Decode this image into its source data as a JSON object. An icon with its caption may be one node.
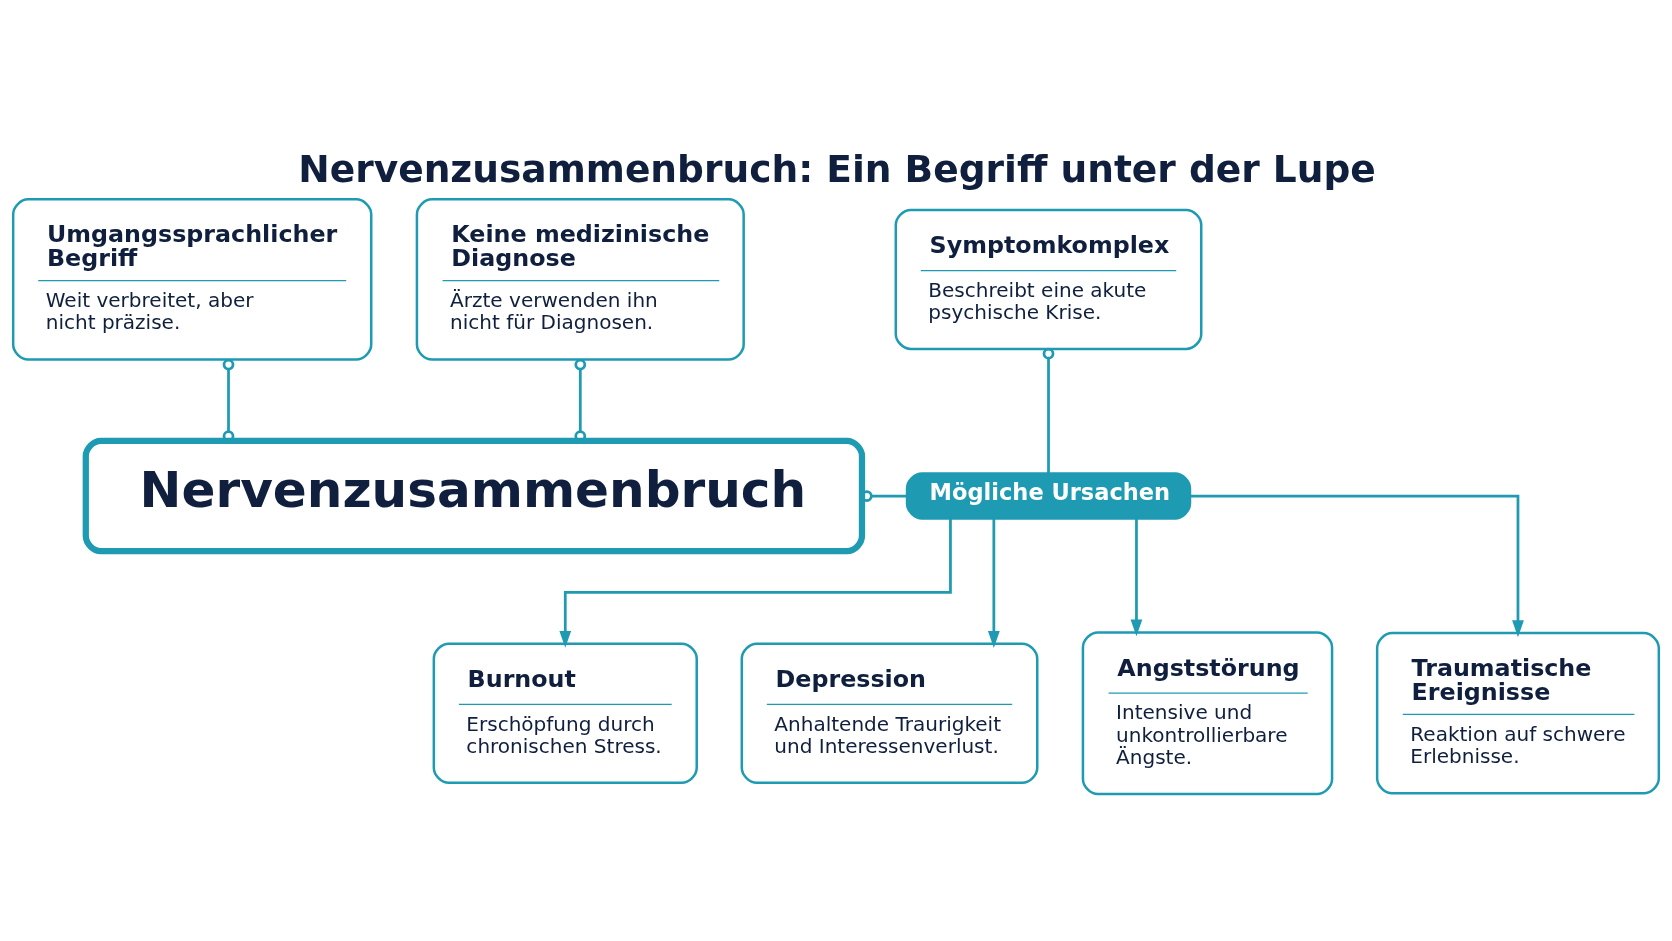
{
  "diagram": {
    "title": "Nervenzusammenbruch: Ein Begriff unter der Lupe",
    "nodes": [
      {
        "text": [
          "Umgangssprachlicher Begriff",
          "Weit verbreitet, aber nicht präzise."
        ]
      },
      {
        "text": [
          "Keine medizinische Diagnose",
          "Ärzte verwenden ihn nicht für Diagnosen."
        ]
      },
      {
        "text": [
          "Symptomkomplex",
          "Beschreibt eine akute psychische Krise."
        ]
      },
      {
        "text": [
          "Nervenzusammenbruch"
        ]
      },
      {
        "text": [
          "Mögliche Ursachen"
        ]
      },
      {
        "text": [
          "Burnout",
          "Erschöpfung durch chronischen Stress."
        ]
      },
      {
        "text": [
          "Depression",
          "Anhaltende Traurigkeit und Interessenverlust."
        ]
      },
      {
        "text": [
          "Angststörung",
          "Intensive und unkontrollierbare Ängste."
        ]
      },
      {
        "text": [
          "Traumatische Ereignisse",
          "Reaktion auf schwere Erlebnisse."
        ]
      }
    ],
    "edges": [
      {
        "from": 0,
        "to": 3,
        "arrow": "other"
      },
      {
        "from": 1,
        "to": 3,
        "arrow": "other"
      },
      {
        "from": 3,
        "to": 4,
        "arrow": "other"
      },
      {
        "from": 2,
        "to": 4,
        "arrow": "other"
      },
      {
        "from": 4,
        "to": 5,
        "arrow": "to"
      },
      {
        "from": 4,
        "to": 6,
        "arrow": "to"
      },
      {
        "from": 4,
        "to": 7,
        "arrow": "to"
      },
      {
        "from": 4,
        "to": 8,
        "arrow": "to"
      }
    ]
  }
}
